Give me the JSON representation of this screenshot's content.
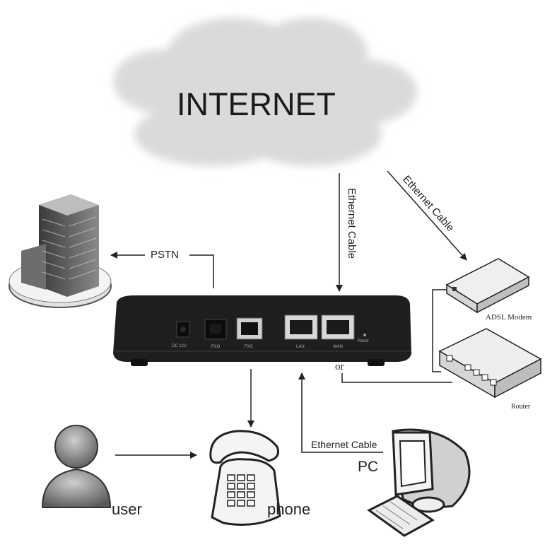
{
  "cloud": {
    "title": "INTERNET"
  },
  "connections": {
    "pstn": "PSTN",
    "ethernet_vertical": "Ethernet Cable",
    "ethernet_diagonal": "Ethernet Cable",
    "ethernet_pc": "Ethernet Cable",
    "or": "or"
  },
  "device": {
    "ports": [
      {
        "id": "dc",
        "label": "DC 12V"
      },
      {
        "id": "fxo",
        "label": "FXO"
      },
      {
        "id": "fxs",
        "label": "FXS"
      },
      {
        "id": "lan",
        "label": "LAN"
      },
      {
        "id": "wan",
        "label": "WAN"
      }
    ],
    "reset_label": "Reset"
  },
  "nodes": {
    "adsl_modem": "ADSL Modem",
    "router": "Router",
    "pc": "PC",
    "user": "user",
    "phone": "phone"
  },
  "colors": {
    "ink": "#222222",
    "device_body": "#1e1e1e",
    "cloud": "#d8d8d8"
  }
}
